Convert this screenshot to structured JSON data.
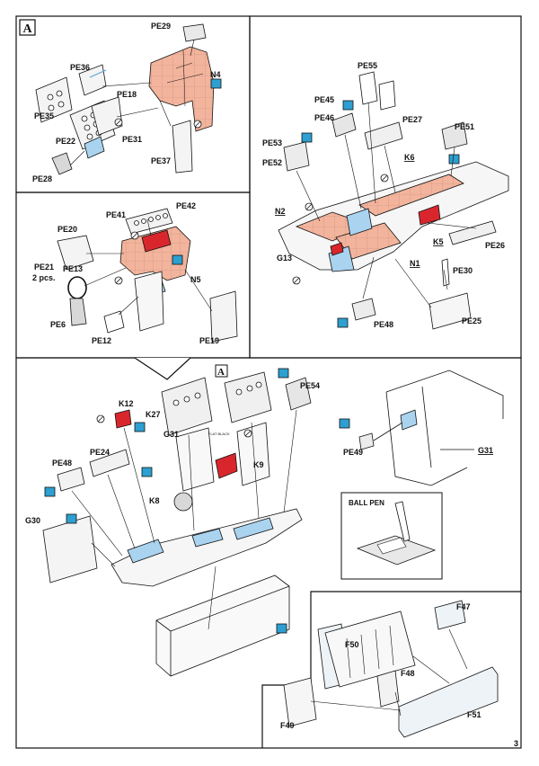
{
  "page_number": "3",
  "frame_marker": "A",
  "colors": {
    "etched_part": "#f2b49c",
    "blue_part": "#a9d3ef",
    "red_part": "#d9262d",
    "paint_chip": "#2d9fd1",
    "line": "#111111",
    "grey": "#cfcfcf"
  },
  "panel_a": {
    "parts": [
      "PE29",
      "PE36",
      "PE18",
      "N4",
      "PE35",
      "PE22",
      "PE31",
      "PE37",
      "PE28"
    ],
    "marker": "A"
  },
  "panel_b": {
    "parts": [
      "PE41",
      "PE42",
      "PE20",
      "PE21",
      "PE13",
      "N5",
      "PE6",
      "PE12",
      "PE19"
    ],
    "pe21_qty": "2 pcs."
  },
  "panel_c": {
    "parts": [
      "PE55",
      "PE45",
      "PE46",
      "PE27",
      "PE51",
      "PE53",
      "PE52",
      "K6",
      "N2",
      "K5",
      "PE26",
      "G13",
      "N1",
      "PE30",
      "PE48",
      "PE25"
    ]
  },
  "main": {
    "marker": "A",
    "parts": [
      "PE54",
      "K12",
      "K27",
      "G31",
      "PE24",
      "K9",
      "K8",
      "PE48",
      "G30"
    ],
    "chip_caption": "FLAT BLACK"
  },
  "detail": {
    "parts": [
      "PE49",
      "G31"
    ],
    "ball_pen_label": "BALL PEN"
  },
  "bottom": {
    "parts": [
      "F47",
      "F50",
      "F48",
      "F49",
      "F51"
    ]
  }
}
